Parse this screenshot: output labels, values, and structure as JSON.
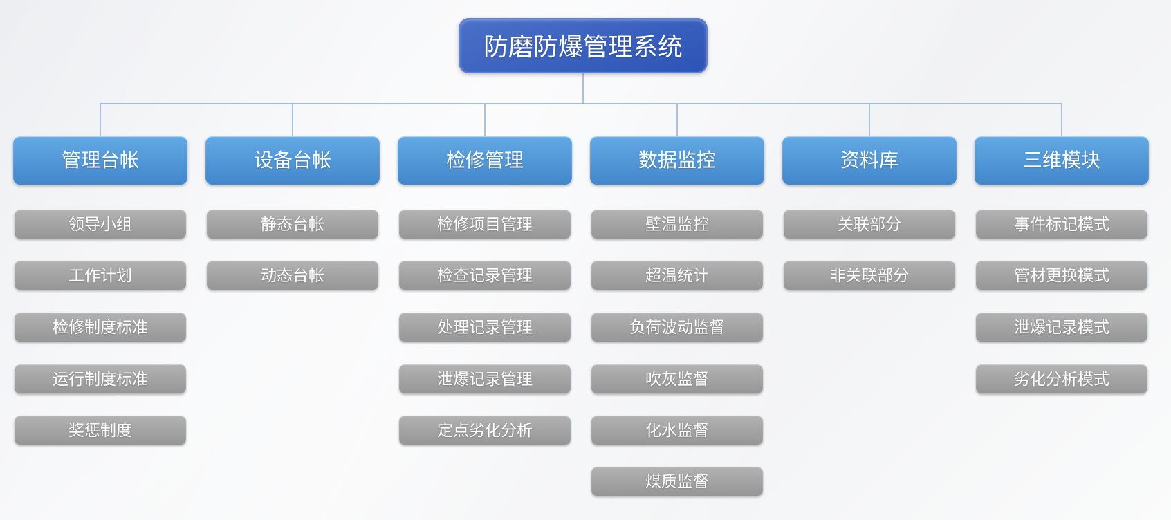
{
  "title": "防磨防爆管理系统",
  "colors": {
    "title_top": "#4a70c8",
    "title_bottom": "#2d54b5",
    "header_top": "#63a9e4",
    "header_bottom": "#4287cb",
    "item_top": "#b2b2b2",
    "item_bottom": "#969696",
    "connector": "#85abd6",
    "text": "#ffffff"
  },
  "columns": [
    {
      "title": "管理台帐",
      "items": [
        "领导小组",
        "工作计划",
        "检修制度标准",
        "运行制度标准",
        "奖惩制度"
      ]
    },
    {
      "title": "设备台帐",
      "items": [
        "静态台帐",
        "动态台帐"
      ]
    },
    {
      "title": "检修管理",
      "items": [
        "检修项目管理",
        "检查记录管理",
        "处理记录管理",
        "泄爆记录管理",
        "定点劣化分析"
      ]
    },
    {
      "title": "数据监控",
      "items": [
        "壁温监控",
        "超温统计",
        "负荷波动监督",
        "吹灰监督",
        "化水监督",
        "煤质监督"
      ]
    },
    {
      "title": "资料库",
      "items": [
        "关联部分",
        "非关联部分"
      ]
    },
    {
      "title": "三维模块",
      "items": [
        "事件标记模式",
        "管材更换模式",
        "泄爆记录模式",
        "劣化分析模式"
      ]
    }
  ]
}
